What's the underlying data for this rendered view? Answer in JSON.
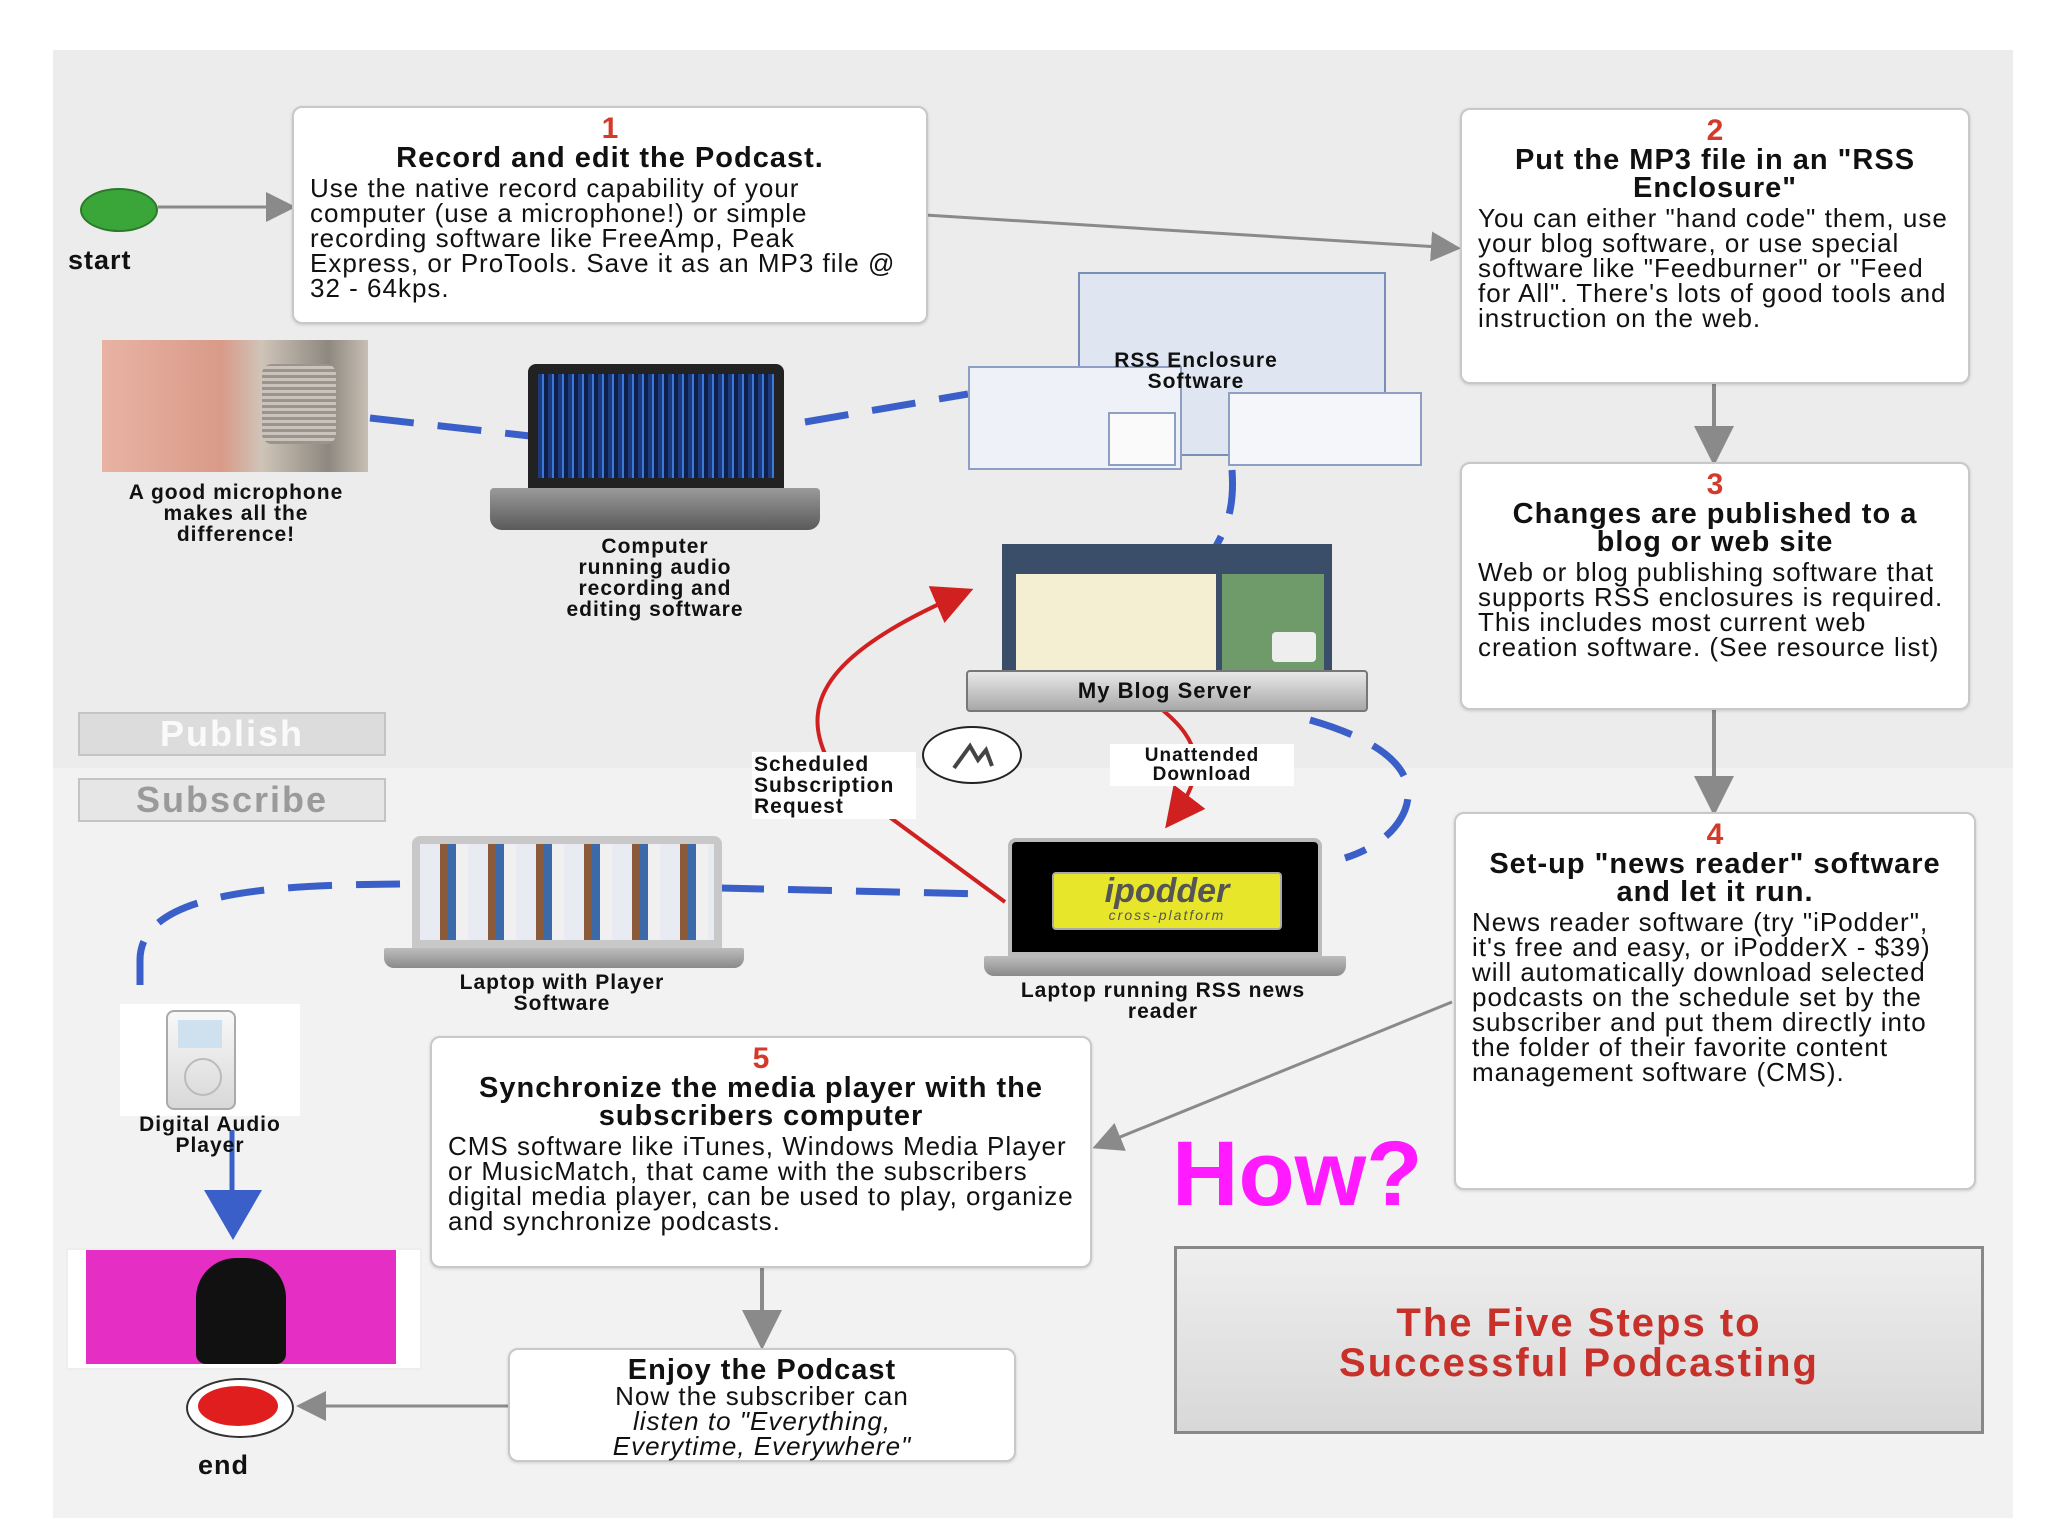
{
  "start_label": "start",
  "end_label": "end",
  "steps": [
    {
      "number": "1",
      "title": "Record and edit the Podcast.",
      "body": "Use the native record capability of your computer (use a microphone!) or simple recording software like FreeAmp, Peak Express, or ProTools. Save it as an MP3 file @ 32 - 64kps."
    },
    {
      "number": "2",
      "title": "Put the MP3 file in an \"RSS Enclosure\"",
      "body": "You can either \"hand code\" them, use your blog software, or use special software like \"Feedburner\" or \"Feed for All\". There's lots of good tools and instruction on the web."
    },
    {
      "number": "3",
      "title": "Changes are published to a blog or web site",
      "body": "Web or blog publishing software that supports RSS enclosures is required. This includes most current web creation software. (See resource list)"
    },
    {
      "number": "4",
      "title": "Set-up \"news reader\" software and let it run.",
      "body": "News reader software (try \"iPodder\", it's free and easy, or iPodderX - $39) will automatically download selected podcasts on the schedule set by the subscriber and put them directly into the folder of their favorite content management software (CMS)."
    },
    {
      "number": "5",
      "title": "Synchronize the media player with the subscribers computer",
      "body": "CMS software like iTunes, Windows Media Player or MusicMatch, that came with the subscribers digital media player, can be used to play, organize and synchronize podcasts."
    }
  ],
  "enjoy": {
    "title": "Enjoy the Podcast",
    "line1": "Now the subscriber can",
    "line2": "listen to \"Everything,",
    "line3": "Everytime, Everywhere\""
  },
  "captions": {
    "microphone": "A good microphone makes all the difference!",
    "computer": "Computer running audio recording and editing software",
    "rss_software": "RSS Enclosure Software",
    "blog_server": "My Blog Server",
    "scheduled": "Scheduled Subscription Request",
    "unattended": "Unattended Download",
    "laptop_player": "Laptop with Player Software",
    "laptop_rss": "Laptop running RSS news reader",
    "digital_player": "Digital Audio Player",
    "ipodder_logo": "ipodder",
    "ipodder_sub": "cross-platform"
  },
  "tabs": {
    "publish": "Publish",
    "subscribe": "Subscribe"
  },
  "how": "How?",
  "banner": {
    "line1": "The Five Steps to",
    "line2": "Successful Podcasting"
  },
  "colors": {
    "start": "#3aa63a",
    "end": "#e01e1e",
    "step_number": "#d43a2a",
    "banner_text": "#c8302a",
    "how": "#ff1aff",
    "dashed_path": "#3b5fc8",
    "red_path": "#d02020"
  }
}
